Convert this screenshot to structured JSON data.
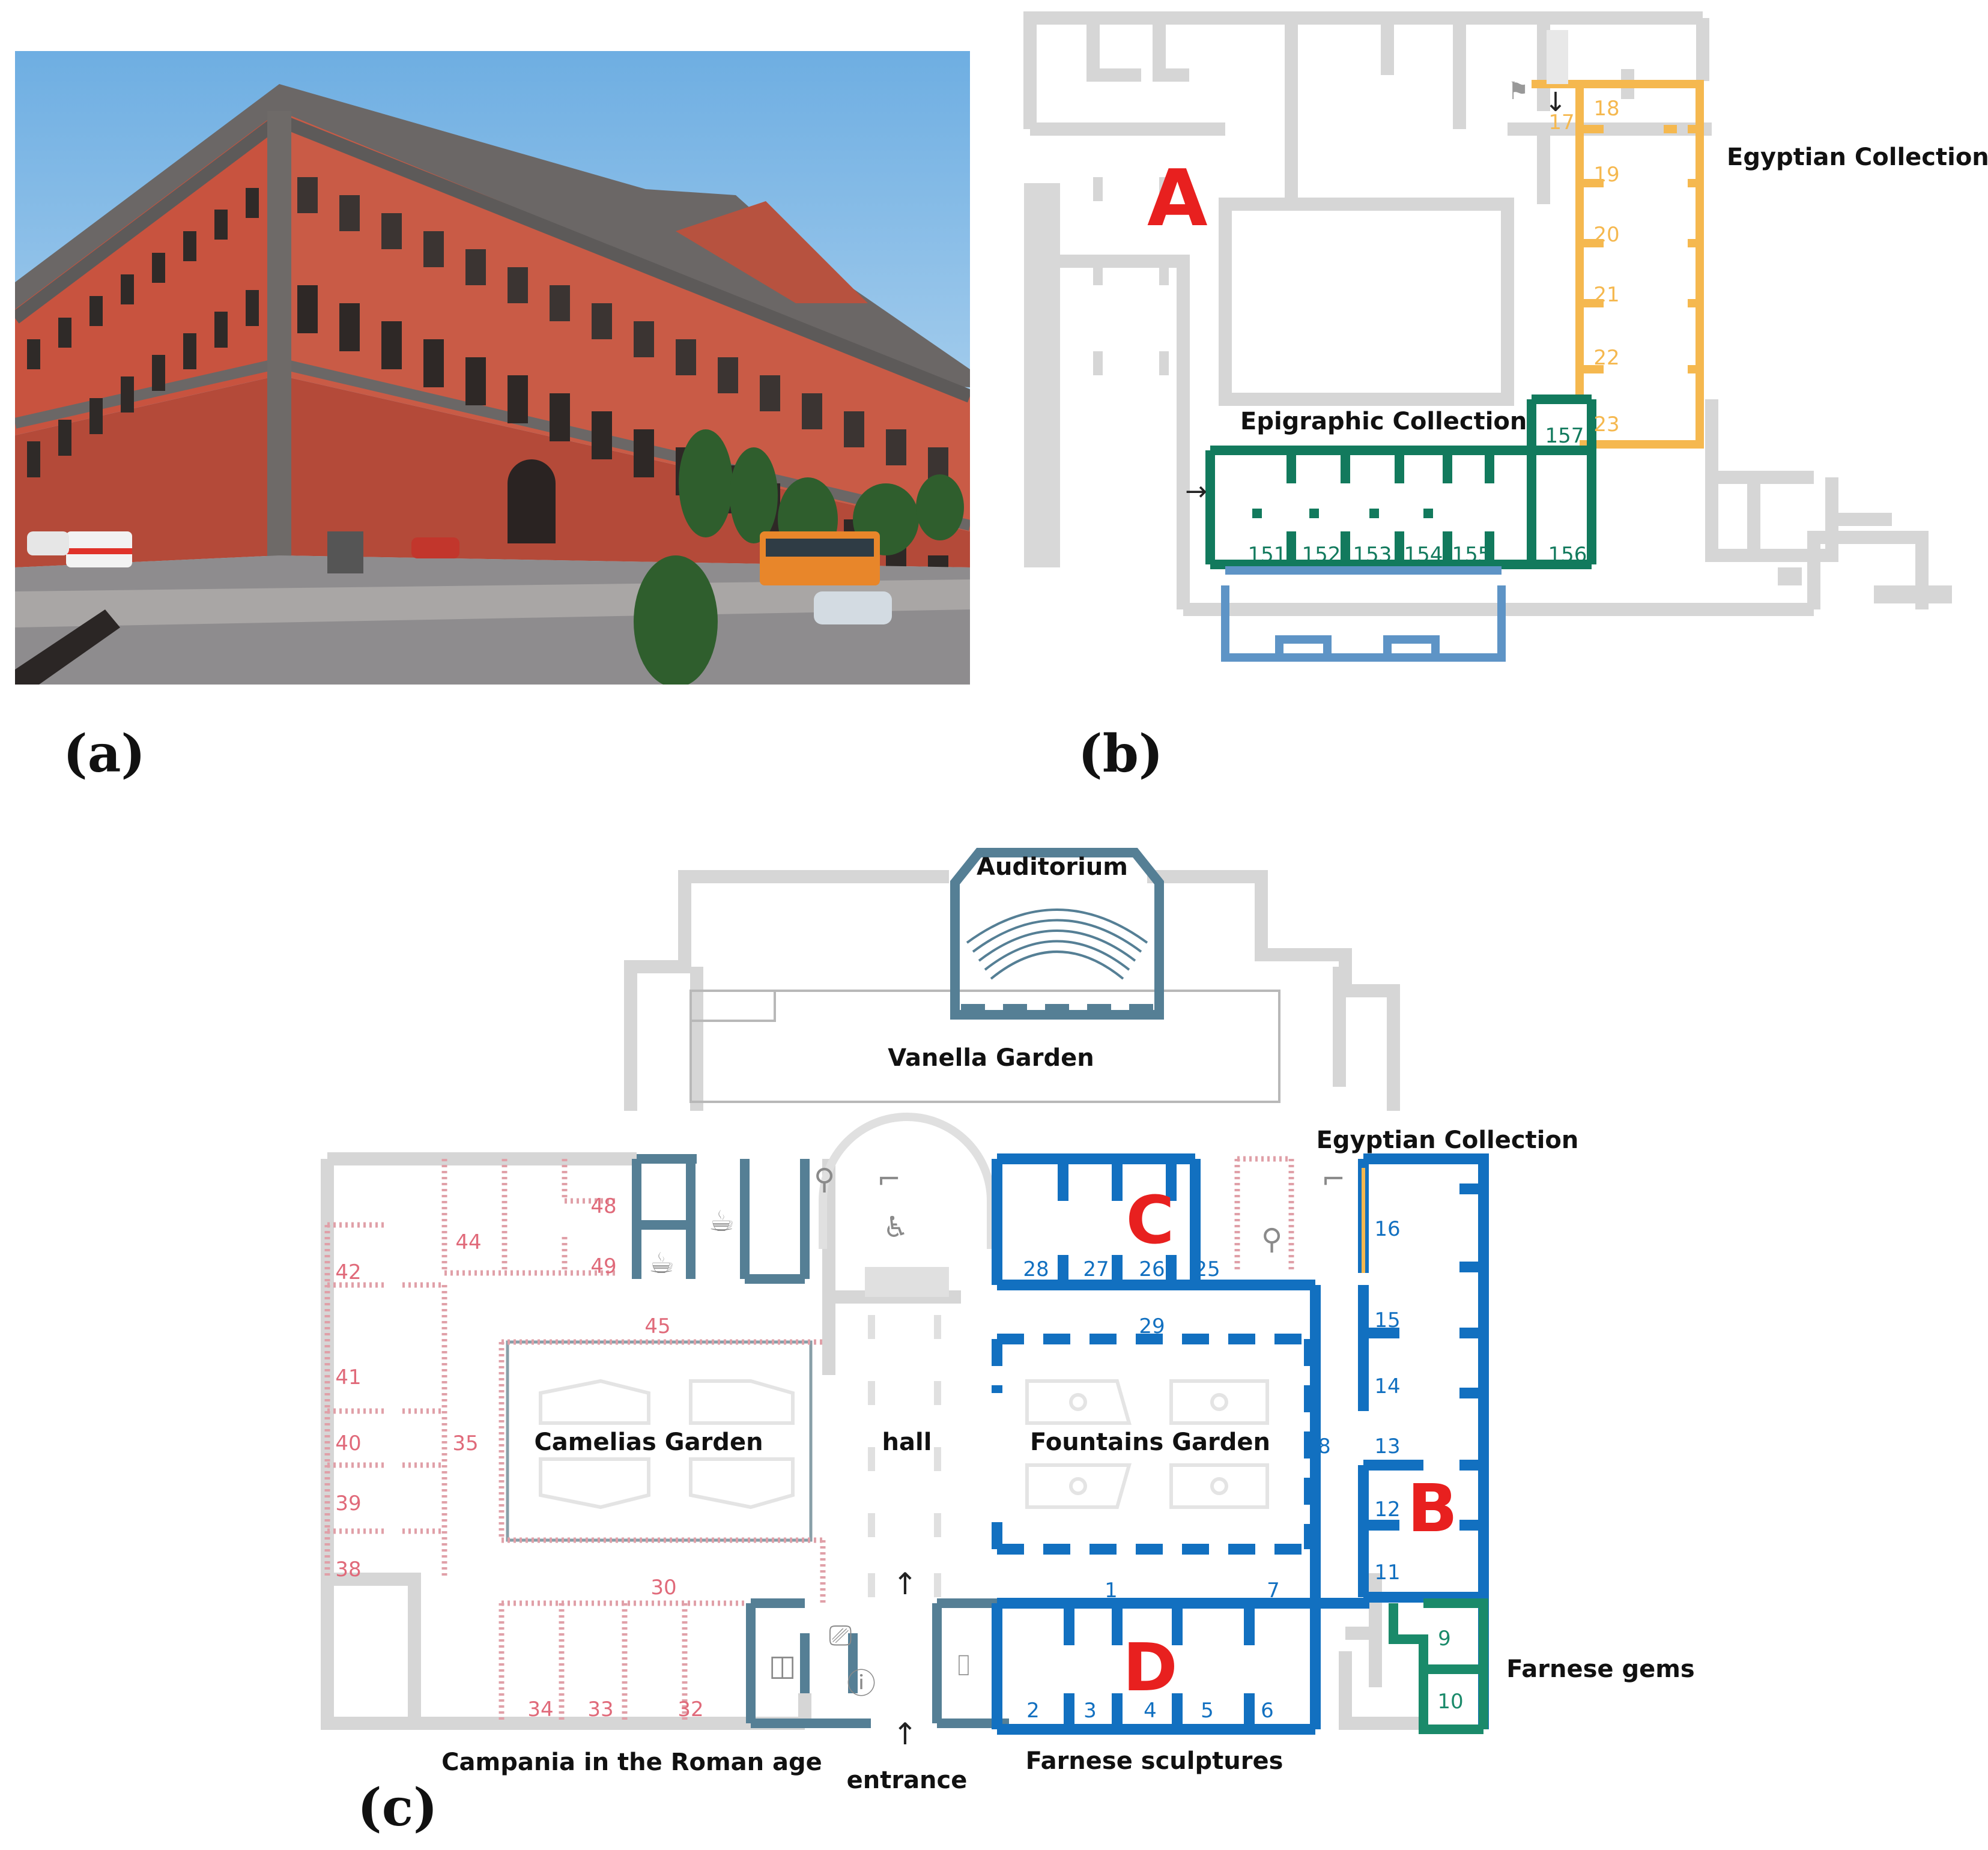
{
  "panels": {
    "a": {
      "label": "(a)"
    },
    "b": {
      "label": "(b)",
      "section_letter": "A",
      "collections": {
        "egyptian": "Egyptian Collection",
        "epigraphic": "Epigraphic Collection"
      },
      "room_numbers": {
        "egyptian": [
          "17",
          "18",
          "19",
          "20",
          "21",
          "22",
          "23"
        ],
        "epigraphic": [
          "151",
          "152",
          "153",
          "154",
          "155",
          "156",
          "157"
        ]
      }
    },
    "c": {
      "label": "(c)",
      "section_letters": [
        "B",
        "C",
        "D"
      ],
      "areas": {
        "auditorium": "Auditorium",
        "vanella": "Vanella Garden",
        "camelias": "Camelias Garden",
        "hall": "hall",
        "fountains": "Fountains Garden",
        "egyptian": "Egyptian Collection",
        "farnese_gems": "Farnese gems",
        "campania": "Campania in the Roman age",
        "entrance": "entrance",
        "farnese_sculptures": "Farnese sculptures"
      },
      "room_numbers": {
        "pink": [
          "48",
          "49",
          "44",
          "42",
          "45",
          "41",
          "40",
          "35",
          "39",
          "38",
          "30",
          "34",
          "33",
          "32"
        ],
        "blue": [
          "28",
          "27",
          "26",
          "25",
          "16",
          "29",
          "15",
          "14",
          "8",
          "13",
          "12",
          "11",
          "1",
          "7",
          "2",
          "3",
          "4",
          "5",
          "6"
        ],
        "green": [
          "9",
          "10"
        ]
      }
    }
  },
  "colors": {
    "wall": "#d6d6d6",
    "egyptian": "#f5b84f",
    "epigraphic": "#127a5d",
    "blue": "#1270c0",
    "pink_rooms": "#e06a7a",
    "grey_blue": "#557f95",
    "letter_red": "#e8201f",
    "facade_red": "#c4523f",
    "sky": "#8ec0e8"
  }
}
